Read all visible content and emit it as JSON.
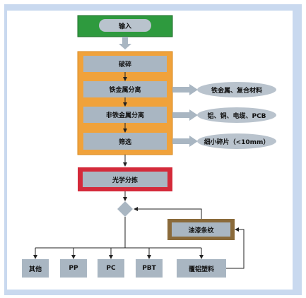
{
  "diagram": {
    "input": "输入",
    "stages": [
      "破碎",
      "铁金属分离",
      "非铁金属分离",
      "筛选"
    ],
    "outputs": [
      "铁金属、复合材料",
      "铝、铜、电缆、PCB",
      "细小碎片（<10mm）"
    ],
    "optical_sorting": "光学分拣",
    "oil_paint_stripes": "油漆条纹",
    "products": [
      "其他",
      "PP",
      "PC",
      "PBT",
      "覆铝塑料"
    ]
  },
  "colors": {
    "input_green": "#2e9a3e",
    "process_orange": "#f0a23b",
    "optical_red": "#d42a3a",
    "oil_brown": "#8a6a3a",
    "box_gray": "#a9b6c2",
    "ellipse_gray": "#b9c3cd",
    "frame_blue": "#c9d9ef"
  }
}
